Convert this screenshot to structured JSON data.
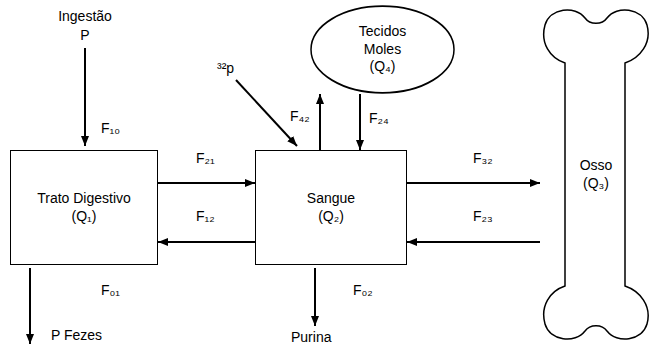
{
  "diagram": {
    "nodes": [
      {
        "text": [
          "Trato Digestivo",
          "(Q₁)"
        ]
      },
      {
        "text": [
          "Sangue",
          "(Q₂)"
        ]
      },
      {
        "text": [
          "Tecidos Moles",
          "(Q₄)"
        ]
      },
      {
        "text": [
          "Osso",
          "(Q₃)"
        ]
      }
    ],
    "edges": [
      {
        "from": 0,
        "to": 1,
        "label": "F₂₁",
        "arrow": "to"
      },
      {
        "from": 1,
        "to": 0,
        "label": "F₁₂",
        "arrow": "to"
      },
      {
        "from": 1,
        "to": 2,
        "label": "F₄₂",
        "arrow": "to"
      },
      {
        "from": 2,
        "to": 1,
        "label": "F₂₄",
        "arrow": "to"
      },
      {
        "from": 1,
        "to": 3,
        "label": "F₃₂",
        "arrow": "to"
      },
      {
        "from": 3,
        "to": 1,
        "label": "F₂₃",
        "arrow": "to"
      }
    ],
    "labels": [
      "Ingestão",
      "P",
      "F₁₀",
      "F₀₁",
      "P Fezes",
      "³²p",
      "F₀₂",
      "Purina"
    ]
  }
}
